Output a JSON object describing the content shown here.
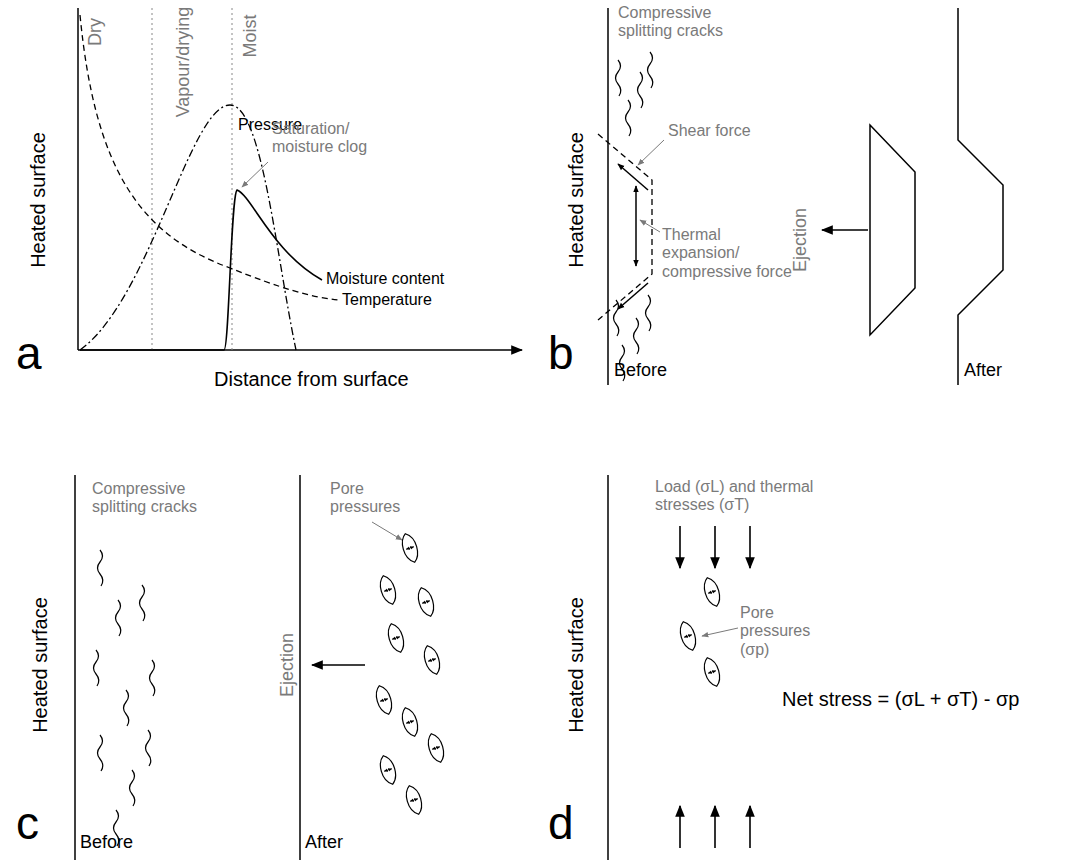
{
  "diagram": {
    "labels": [
      "Dry",
      "Vapour/drying",
      "Moist",
      "Heated surface",
      "Pressure",
      "Saturation/ moisture clog",
      "Moisture content",
      "Temperature",
      "Distance from surface",
      "a",
      "Compressive splitting cracks",
      "Heated surface",
      "Shear force",
      "Thermal expansion/ compressive force",
      "Before",
      "Ejection",
      "After",
      "b",
      "Heated surface",
      "Compressive splitting cracks",
      "Before",
      "Pore pressures",
      "Ejection",
      "After",
      "c",
      "Heated surface",
      "Load (σL) and thermal stresses (σT)",
      "Pore pressures (σp)",
      "Net stress = (σL + σT) - σp",
      "d"
    ]
  }
}
